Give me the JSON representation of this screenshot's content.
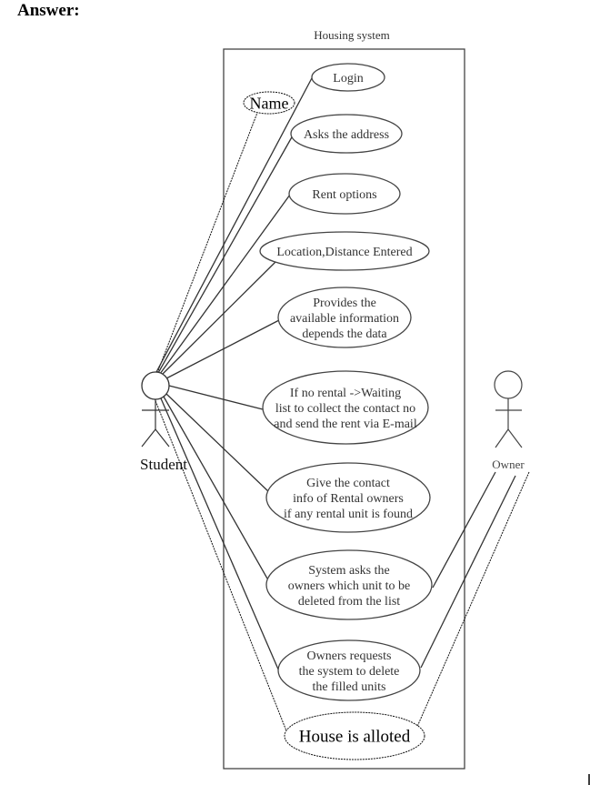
{
  "heading": "Answer:",
  "system": {
    "title": "Housing system"
  },
  "actors": [
    {
      "id": "student",
      "label": "Student"
    },
    {
      "id": "owner",
      "label": "Owner"
    }
  ],
  "use_cases": [
    {
      "id": "login",
      "lines": [
        "Login"
      ],
      "style": "solid"
    },
    {
      "id": "name",
      "lines": [
        "Name"
      ],
      "style": "dashed"
    },
    {
      "id": "asks-address",
      "lines": [
        "Asks the address"
      ],
      "style": "solid"
    },
    {
      "id": "rent-options",
      "lines": [
        "Rent options"
      ],
      "style": "solid"
    },
    {
      "id": "location-distance",
      "lines": [
        "Location,Distance Entered"
      ],
      "style": "solid"
    },
    {
      "id": "provides-info",
      "lines": [
        "Provides the",
        "available information",
        "depends the data"
      ],
      "style": "solid"
    },
    {
      "id": "waiting-list",
      "lines": [
        "If no rental ->Waiting",
        "list to collect the contact no",
        "and send the rent via E-mail"
      ],
      "style": "solid"
    },
    {
      "id": "give-contact",
      "lines": [
        "Give the contact",
        "info of Rental owners",
        "if any rental unit is found"
      ],
      "style": "solid"
    },
    {
      "id": "system-asks-owners",
      "lines": [
        "System asks the",
        "owners which unit to be",
        "deleted from the list"
      ],
      "style": "solid"
    },
    {
      "id": "owners-request-delete",
      "lines": [
        "Owners requests",
        "the system to delete",
        "the filled units"
      ],
      "style": "solid"
    },
    {
      "id": "house-alloted",
      "lines": [
        "House is alloted"
      ],
      "style": "dashed"
    }
  ],
  "associations": [
    {
      "from": "student",
      "to": "name",
      "style": "dashed"
    },
    {
      "from": "student",
      "to": "login",
      "style": "solid"
    },
    {
      "from": "student",
      "to": "asks-address",
      "style": "solid"
    },
    {
      "from": "student",
      "to": "rent-options",
      "style": "solid"
    },
    {
      "from": "student",
      "to": "location-distance",
      "style": "solid"
    },
    {
      "from": "student",
      "to": "provides-info",
      "style": "solid"
    },
    {
      "from": "student",
      "to": "waiting-list",
      "style": "solid"
    },
    {
      "from": "student",
      "to": "give-contact",
      "style": "solid"
    },
    {
      "from": "student",
      "to": "system-asks-owners",
      "style": "solid"
    },
    {
      "from": "student",
      "to": "owners-request-delete",
      "style": "solid"
    },
    {
      "from": "student",
      "to": "house-alloted",
      "style": "dashed"
    },
    {
      "from": "owner",
      "to": "system-asks-owners",
      "style": "solid"
    },
    {
      "from": "owner",
      "to": "owners-request-delete",
      "style": "solid"
    },
    {
      "from": "owner",
      "to": "house-alloted",
      "style": "dashed"
    }
  ]
}
